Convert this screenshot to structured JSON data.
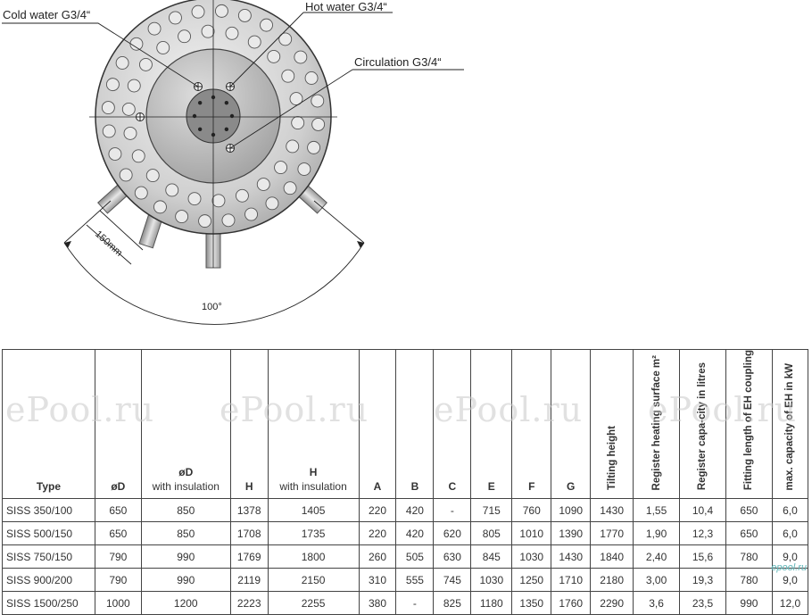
{
  "drawing": {
    "labels": {
      "cold_water": "Cold water G3/4“",
      "hot_water": "Hot water G3/4“",
      "circulation": "Circulation G3/4“",
      "dim_150": "150mm",
      "dim_angle": "100°"
    }
  },
  "watermark": "ePool.ru",
  "brand": "epool.ru",
  "table": {
    "headers": [
      {
        "main": "Type",
        "sub": ""
      },
      {
        "main": "øD",
        "sub": ""
      },
      {
        "main": "øD",
        "sub": "with insulation"
      },
      {
        "main": "H",
        "sub": ""
      },
      {
        "main": "H",
        "sub": "with insulation"
      },
      {
        "main": "A",
        "sub": ""
      },
      {
        "main": "B",
        "sub": ""
      },
      {
        "main": "C",
        "sub": ""
      },
      {
        "main": "E",
        "sub": ""
      },
      {
        "main": "F",
        "sub": ""
      },
      {
        "main": "G",
        "sub": ""
      }
    ],
    "rotated_headers": [
      "Tilting height",
      "Register heating surface m²",
      "Register capa-city in litres",
      "Fitting length of EH coupling",
      "max. capacity of EH in kW"
    ],
    "rows": [
      [
        "SISS 350/100",
        "650",
        "850",
        "1378",
        "1405",
        "220",
        "420",
        "-",
        "715",
        "760",
        "1090",
        "1430",
        "1,55",
        "10,4",
        "650",
        "6,0"
      ],
      [
        "SISS 500/150",
        "650",
        "850",
        "1708",
        "1735",
        "220",
        "420",
        "620",
        "805",
        "1010",
        "1390",
        "1770",
        "1,90",
        "12,3",
        "650",
        "6,0"
      ],
      [
        "SISS 750/150",
        "790",
        "990",
        "1769",
        "1800",
        "260",
        "505",
        "630",
        "845",
        "1030",
        "1430",
        "1840",
        "2,40",
        "15,6",
        "780",
        "9,0"
      ],
      [
        "SISS 900/200",
        "790",
        "990",
        "2119",
        "2150",
        "310",
        "555",
        "745",
        "1030",
        "1250",
        "1710",
        "2180",
        "3,00",
        "19,3",
        "780",
        "9,0"
      ],
      [
        "SISS 1500/250",
        "1000",
        "1200",
        "2223",
        "2255",
        "380",
        "-",
        "825",
        "1180",
        "1350",
        "1760",
        "2290",
        "3,6",
        "23,5",
        "990",
        "12,0"
      ]
    ]
  }
}
